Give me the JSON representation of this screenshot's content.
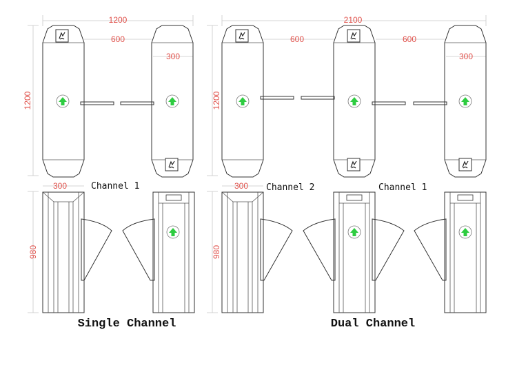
{
  "dimensions": {
    "single_width": "1200",
    "single_gap": "600",
    "single_cab": "300",
    "single_height": "1200",
    "dual_width": "2100",
    "dual_gap_left": "600",
    "dual_gap_right": "600",
    "dual_cab": "300",
    "dual_height": "1200",
    "front_single_width": "300",
    "front_single_height": "980",
    "front_dual_width": "300",
    "front_dual_height": "980"
  },
  "labels": {
    "single_channel_tag": "Channel 1",
    "dual_channel2_tag": "Channel 2",
    "dual_channel1_tag": "Channel 1"
  },
  "captions": {
    "single": "Single Channel",
    "dual": "Dual Channel"
  },
  "colors": {
    "dimension": "#e0504a",
    "line": "#333333",
    "arrow": "#2ecc40"
  },
  "icons": {
    "reader": "card-reader-icon",
    "direction": "arrow-up-icon"
  }
}
